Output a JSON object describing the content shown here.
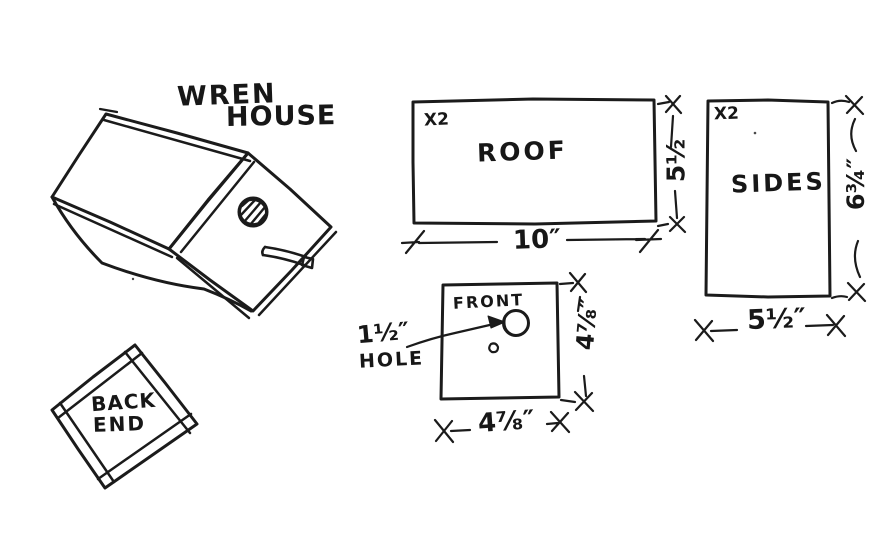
{
  "colors": {
    "ink": "#1b1b1b",
    "paper": "#ffffff"
  },
  "title": {
    "line1": "WREN",
    "line2": "HOUSE"
  },
  "back_end": {
    "label_line1": "BACK",
    "label_line2": "END"
  },
  "roof": {
    "quantity": "X2",
    "label": "ROOF",
    "width_dim": "10″",
    "height_dim": "5½"
  },
  "sides": {
    "quantity": "X2",
    "label": "SIDES",
    "height_dim": "6¾″",
    "width_dim": "5½″"
  },
  "front": {
    "label": "FRONT",
    "width_dim": "4⅞″",
    "height_dim": "4⅞″",
    "hole_note_size": "1½″",
    "hole_note_word": "HOLE"
  }
}
